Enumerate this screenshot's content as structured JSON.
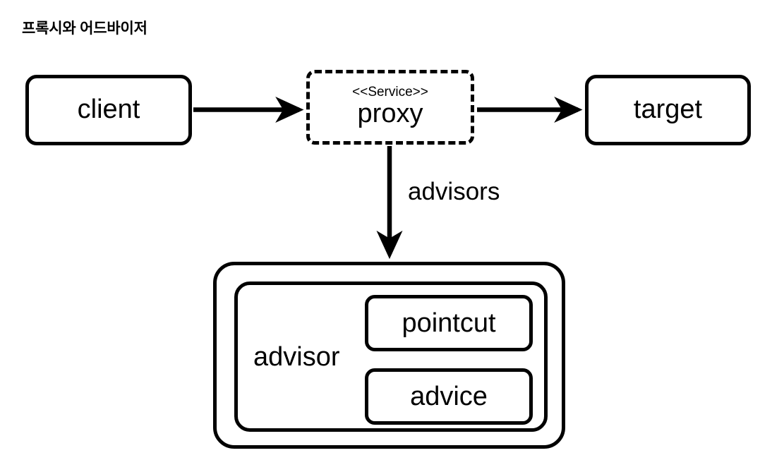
{
  "diagram": {
    "title": "프록시와 어드바이저",
    "background_color": "#ffffff",
    "stroke_color": "#000000",
    "nodes": {
      "client": {
        "label": "client",
        "shape": "rounded-rect",
        "border": "solid"
      },
      "proxy": {
        "stereotype": "<<Service>>",
        "label": "proxy",
        "shape": "rounded-rect",
        "border": "dashed"
      },
      "target": {
        "label": "target",
        "shape": "rounded-rect",
        "border": "solid"
      },
      "advisors_container": {
        "label": "",
        "shape": "rounded-rect",
        "border": "solid"
      },
      "advisor": {
        "label": "advisor",
        "shape": "rounded-rect",
        "border": "solid"
      },
      "pointcut": {
        "label": "pointcut",
        "shape": "rounded-rect",
        "border": "solid"
      },
      "advice": {
        "label": "advice",
        "shape": "rounded-rect",
        "border": "solid"
      }
    },
    "edges": [
      {
        "id": "client-to-proxy",
        "from": "client",
        "to": "proxy",
        "label": "",
        "direction": "right"
      },
      {
        "id": "proxy-to-target",
        "from": "proxy",
        "to": "target",
        "label": "",
        "direction": "right"
      },
      {
        "id": "proxy-to-advisors",
        "from": "proxy",
        "to": "advisors_container",
        "label": "advisors",
        "direction": "down"
      }
    ]
  }
}
